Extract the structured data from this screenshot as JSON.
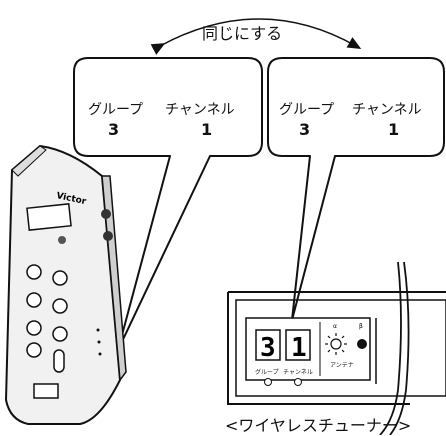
{
  "title": "同じにする",
  "left_balloon": {
    "group_label": "グループ",
    "channel_label": "チャンネル",
    "group_value": "3",
    "channel_value": "1"
  },
  "right_balloon": {
    "group_label": "グループ",
    "channel_label": "チャンネル",
    "group_value": "3",
    "channel_value": "1"
  },
  "tuner": {
    "display_group": "3",
    "display_channel": "1",
    "group_label": "グループ",
    "channel_label": "チャンネル",
    "antenna_label": "アンテナ",
    "alpha_label": "α",
    "beta_label": "β"
  },
  "remote": {
    "brand": "Victor"
  },
  "caption": "<ワイヤレスチューナー>"
}
